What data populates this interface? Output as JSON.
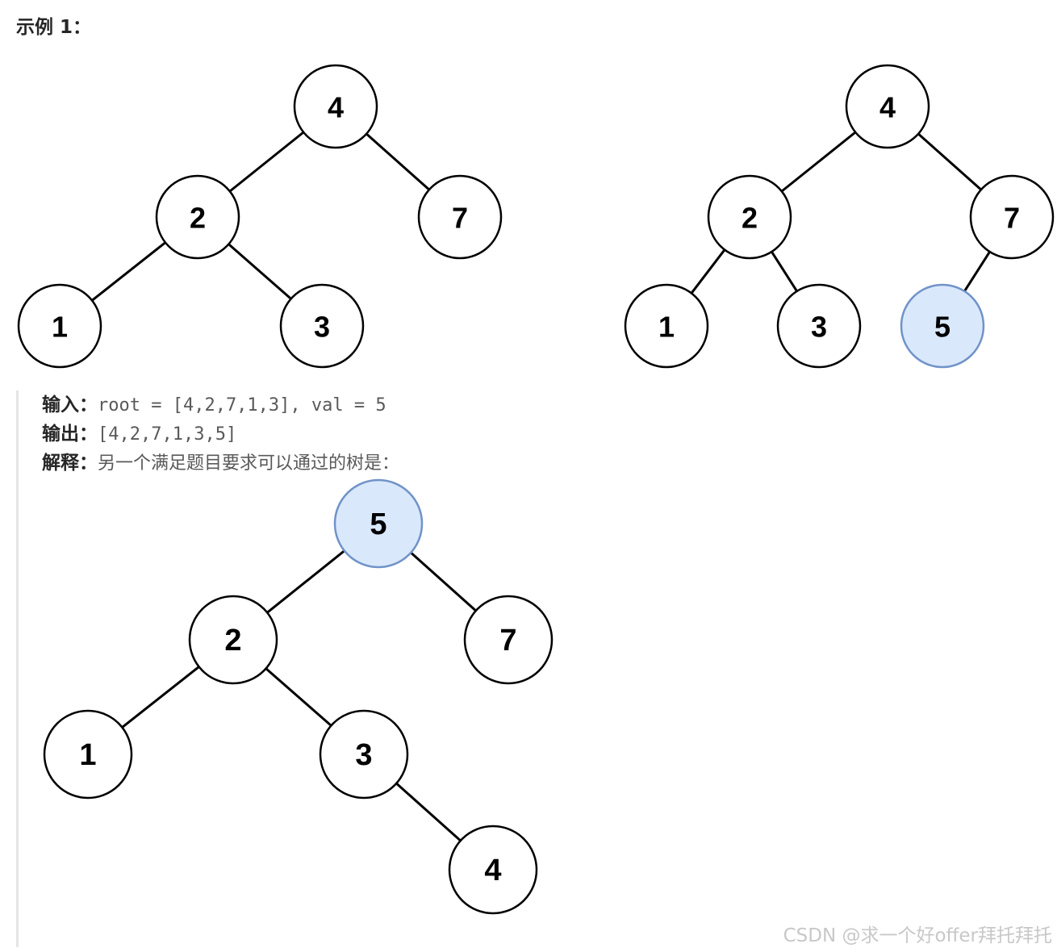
{
  "heading": "示例 1：",
  "colors": {
    "highlight_fill": "#dae8fc",
    "highlight_stroke": "#7093c8",
    "node_stroke": "#000000"
  },
  "trees": [
    {
      "name": "input-tree",
      "nodes": [
        {
          "id": "n4",
          "label": "4",
          "highlight": false
        },
        {
          "id": "n2",
          "label": "2",
          "highlight": false
        },
        {
          "id": "n7",
          "label": "7",
          "highlight": false
        },
        {
          "id": "n1",
          "label": "1",
          "highlight": false
        },
        {
          "id": "n3",
          "label": "3",
          "highlight": false
        }
      ],
      "edges": [
        [
          "n4",
          "n2"
        ],
        [
          "n4",
          "n7"
        ],
        [
          "n2",
          "n1"
        ],
        [
          "n2",
          "n3"
        ]
      ]
    },
    {
      "name": "output-tree",
      "nodes": [
        {
          "id": "n4",
          "label": "4",
          "highlight": false
        },
        {
          "id": "n2",
          "label": "2",
          "highlight": false
        },
        {
          "id": "n7",
          "label": "7",
          "highlight": false
        },
        {
          "id": "n1",
          "label": "1",
          "highlight": false
        },
        {
          "id": "n3",
          "label": "3",
          "highlight": false
        },
        {
          "id": "n5",
          "label": "5",
          "highlight": true
        }
      ],
      "edges": [
        [
          "n4",
          "n2"
        ],
        [
          "n4",
          "n7"
        ],
        [
          "n2",
          "n1"
        ],
        [
          "n2",
          "n3"
        ],
        [
          "n7",
          "n5"
        ]
      ]
    },
    {
      "name": "alternative-tree",
      "nodes": [
        {
          "id": "n5",
          "label": "5",
          "highlight": true
        },
        {
          "id": "n2",
          "label": "2",
          "highlight": false
        },
        {
          "id": "n7",
          "label": "7",
          "highlight": false
        },
        {
          "id": "n1",
          "label": "1",
          "highlight": false
        },
        {
          "id": "n3",
          "label": "3",
          "highlight": false
        },
        {
          "id": "n4",
          "label": "4",
          "highlight": false
        }
      ],
      "edges": [
        [
          "n5",
          "n2"
        ],
        [
          "n5",
          "n7"
        ],
        [
          "n2",
          "n1"
        ],
        [
          "n2",
          "n3"
        ],
        [
          "n3",
          "n4"
        ]
      ]
    }
  ],
  "example": {
    "input_label": "输入：",
    "input_value": "root = [4,2,7,1,3], val = 5",
    "output_label": "输出：",
    "output_value": "[4,2,7,1,3,5]",
    "explain_label": "解释：",
    "explain_value": "另一个满足题目要求可以通过的树是："
  },
  "watermark": "CSDN @求一个好offer拜托拜托"
}
